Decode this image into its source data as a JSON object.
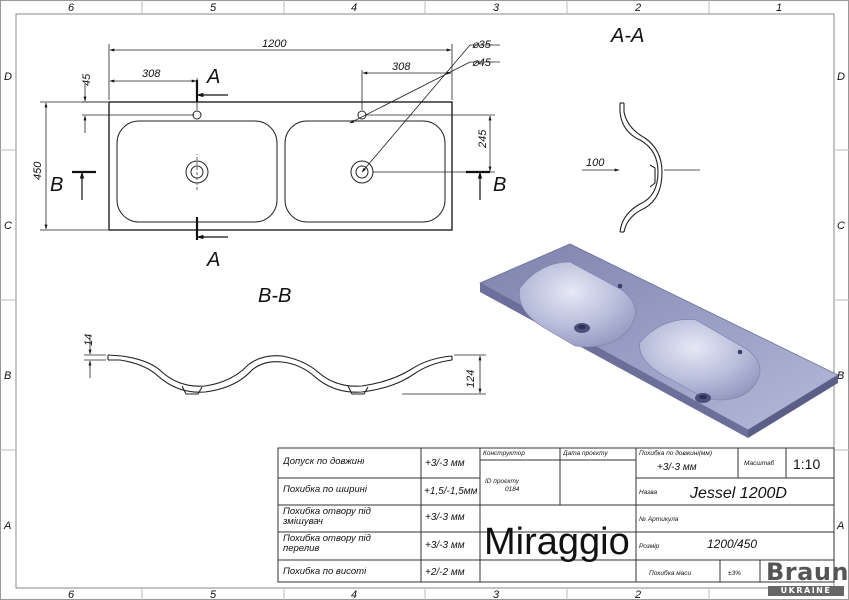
{
  "frame": {
    "cols_top": [
      "6",
      "5",
      "4",
      "3",
      "2",
      "1"
    ],
    "cols_bottom": [
      "6",
      "5",
      "4",
      "3",
      "2"
    ],
    "rows": [
      "D",
      "C",
      "B",
      "A"
    ]
  },
  "dimensions": {
    "overall_length": "1200",
    "hole_offset_left": "308",
    "hole_offset_right": "308",
    "hole_diam_1": "⌀35",
    "hole_diam_2": "⌀45",
    "edge_offset": "45",
    "width": "450",
    "hole_to_drain": "245",
    "side_depth": "100",
    "rim_thickness": "14",
    "bowl_depth": "124"
  },
  "sections": {
    "aa_title": "A-A",
    "bb_title": "B-B",
    "a_marker": "A",
    "b_marker": "B"
  },
  "title_block": {
    "rows": [
      {
        "label": "Допуск по довжині",
        "value": "+3/-3 мм"
      },
      {
        "label": "Похибка по ширині",
        "value": "+1,5/-1,5мм"
      },
      {
        "label": "Похибка отвору під змішувач",
        "value": "+3/-3 мм"
      },
      {
        "label": "Похибка отвору під перелив",
        "value": "+3/-3 мм"
      },
      {
        "label": "Похибка по висоті",
        "value": "+2/-2 мм"
      }
    ],
    "constructor_label": "Конструктор",
    "date_label": "Дата проєкту",
    "project_id_label": "ID проєкту",
    "project_id": "0184",
    "length_tol_label": "Похибка по довжині(мм)",
    "length_tol_value": "+3/-3 мм",
    "scale_label": "Масштаб",
    "scale_value": "1:10",
    "name_label": "Назва",
    "name_value": "Jessel 1200D",
    "article_label": "№ Артикула",
    "size_label": "Розмір",
    "size_value": "1200/450",
    "mass_tol_label": "Похибка маси",
    "mass_tol_value": "±3%",
    "manufacturer": "Miraggio"
  },
  "watermark": {
    "brand": "Brauni",
    "country": "UKRAINE"
  }
}
